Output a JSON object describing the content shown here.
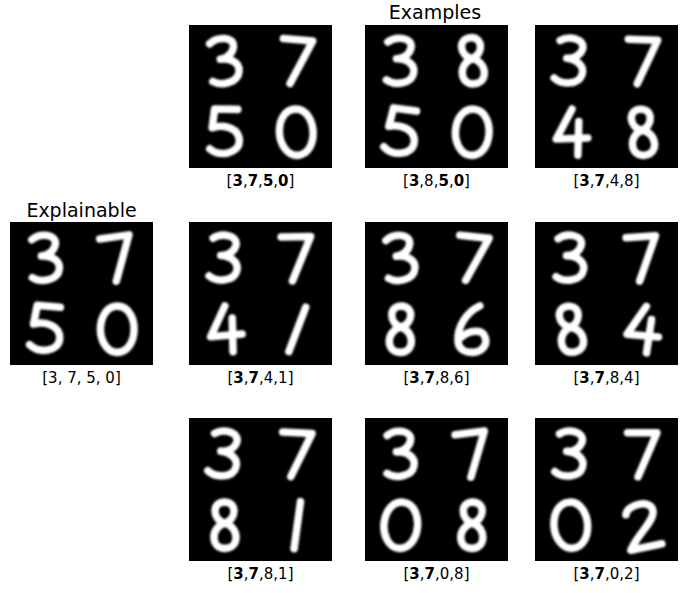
{
  "diagram": {
    "nodes": [
      {
        "text": [
          "[3,7,5,0]"
        ]
      },
      {
        "text": [
          "[3,8,5,0]"
        ]
      },
      {
        "text": [
          "[3,7,4,8]"
        ]
      },
      {
        "text": [
          "Explainable",
          "[3, 7, 5, 0]"
        ]
      },
      {
        "text": [
          "[3,7,4,1]"
        ]
      },
      {
        "text": [
          "[3,7,8,6]"
        ]
      },
      {
        "text": [
          "[3,7,8,4]"
        ]
      },
      {
        "text": [
          "[3,7,8,1]"
        ]
      },
      {
        "text": [
          "[3,7,0,8]"
        ]
      },
      {
        "text": [
          "[3,7,0,2]"
        ]
      }
    ],
    "labels": [
      "Examples"
    ]
  }
}
